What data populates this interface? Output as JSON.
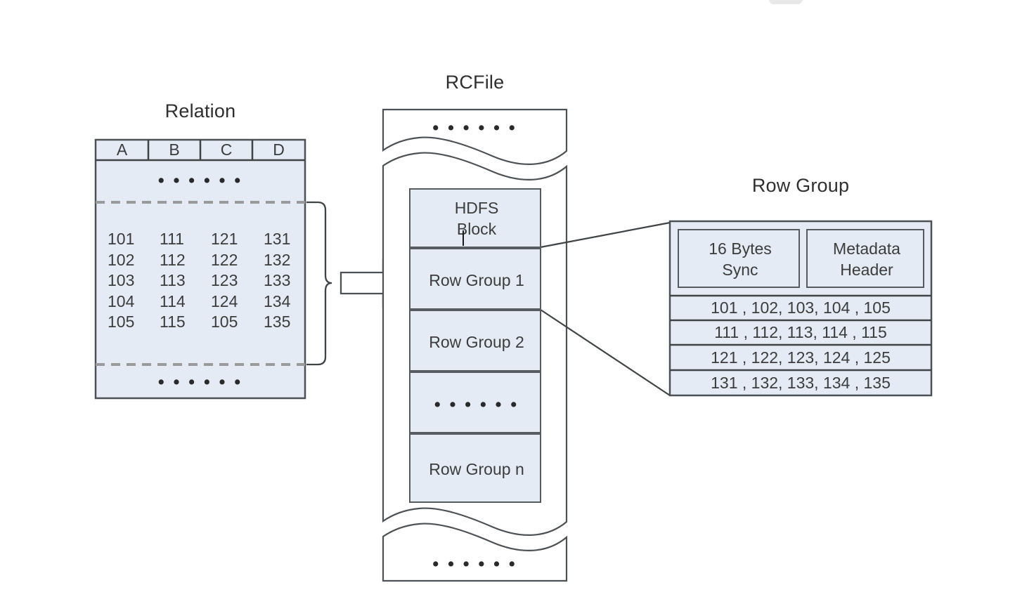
{
  "figure": {
    "titles": {
      "relation": "Relation",
      "rcfile": "RCFile",
      "rowgroup": "Row Group"
    },
    "ellipsis": "• • •   • • •"
  },
  "relation": {
    "columns": [
      "A",
      "B",
      "C",
      "D"
    ],
    "top_ellipsis": "• • •   • • •",
    "bottom_ellipsis": "• • •   • • •",
    "rows": [
      [
        "101",
        "111",
        "121",
        "131"
      ],
      [
        "102",
        "112",
        "122",
        "132"
      ],
      [
        "103",
        "113",
        "123",
        "133"
      ],
      [
        "104",
        "114",
        "124",
        "134"
      ],
      [
        "105",
        "115",
        "105",
        "135"
      ]
    ],
    "column_values": {
      "A": "101\n102\n103\n104\n105",
      "B": "111\n112\n113\n114\n115",
      "C": "121\n122\n123\n124\n105",
      "D": "131\n132\n133\n134\n135"
    }
  },
  "rcfile": {
    "top_break_label": "• • •   • • •",
    "bottom_break_label": "• • •   • • •",
    "blocks": [
      {
        "label": "HDFS\nBlock",
        "line1": "HDFS",
        "line2": "Block"
      },
      {
        "label": "Row Group 1"
      },
      {
        "label": "Row Group 2"
      },
      {
        "label": "• • •   • • •"
      },
      {
        "label": "Row Group n"
      }
    ]
  },
  "rowgroup_detail": {
    "header_cells": [
      {
        "line1": "16 Bytes",
        "line2": "Sync"
      },
      {
        "line1": "Metadata",
        "line2": "Header"
      }
    ],
    "column_rows": [
      "101 , 102, 103, 104 , 105",
      "111 , 112, 113, 114 , 115",
      "121 , 122, 123, 124 , 125",
      "131 , 132, 133, 134 , 135"
    ]
  },
  "colors": {
    "cell_fill": "#e4ebf4",
    "border": "#555b5e",
    "outline": "#4b5154",
    "dashed_divider": "#9a9a9a",
    "text": "#3c3c3c",
    "background": "#ffffff"
  }
}
